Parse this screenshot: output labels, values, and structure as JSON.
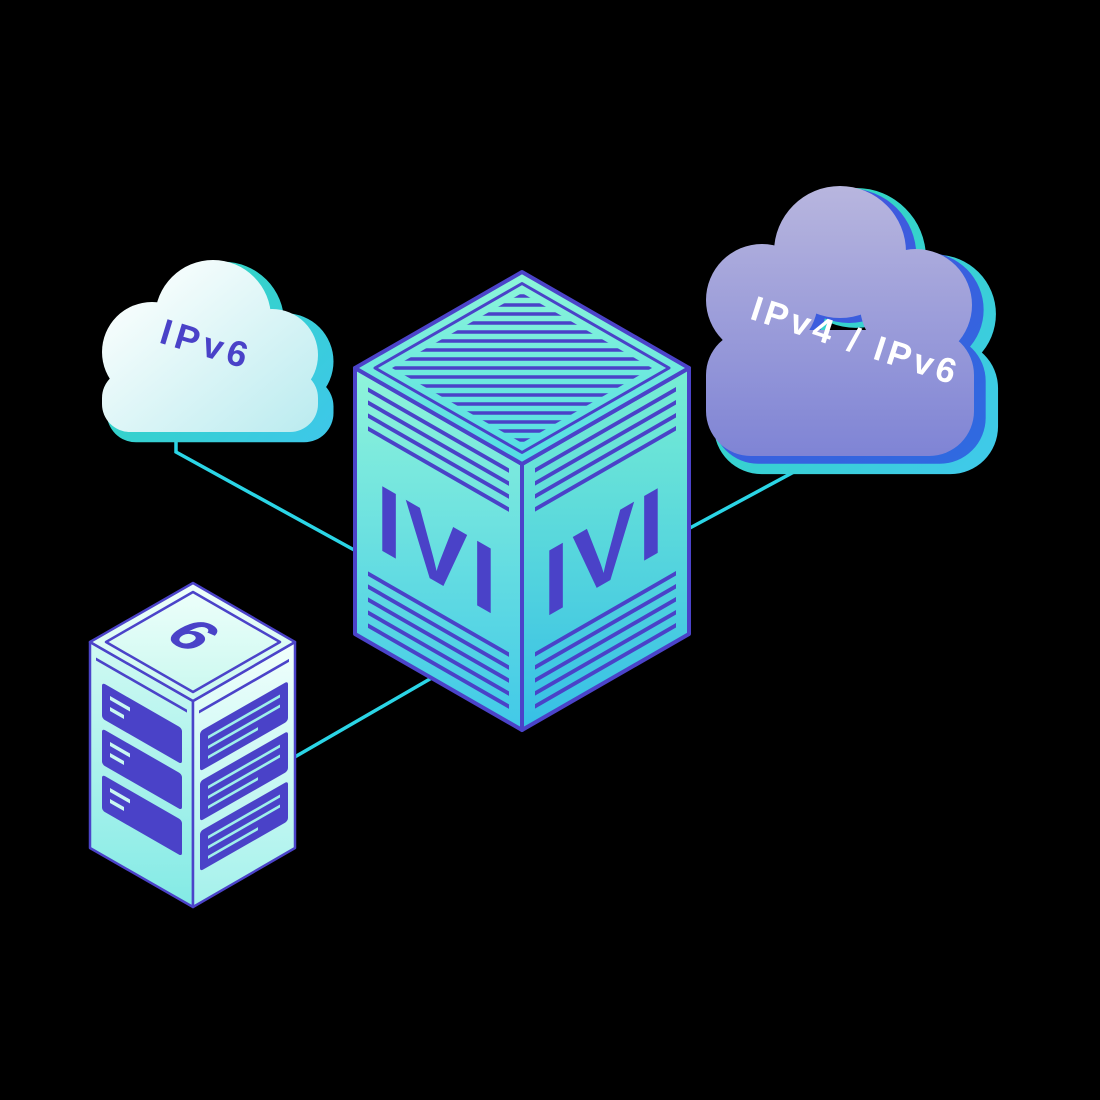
{
  "diagram": {
    "nodes": {
      "ipv6_cloud": {
        "label": "IPv6"
      },
      "dual_stack_cloud": {
        "label": "IPv4 / IPv6"
      },
      "ivi_box": {
        "left_face_label": "IVI",
        "right_face_label": "IVI"
      },
      "ipv6_server": {
        "top_label": "6"
      }
    },
    "colors": {
      "background": "#000000",
      "connector": "#2bd5e6",
      "indigo": "#4a42c8",
      "white": "#ffffff",
      "teal_accent": "#2ed9c0",
      "blue_accent": "#3f55d9",
      "purple_cloud": "#8a8ed6",
      "mint": "#84f4d4"
    }
  }
}
